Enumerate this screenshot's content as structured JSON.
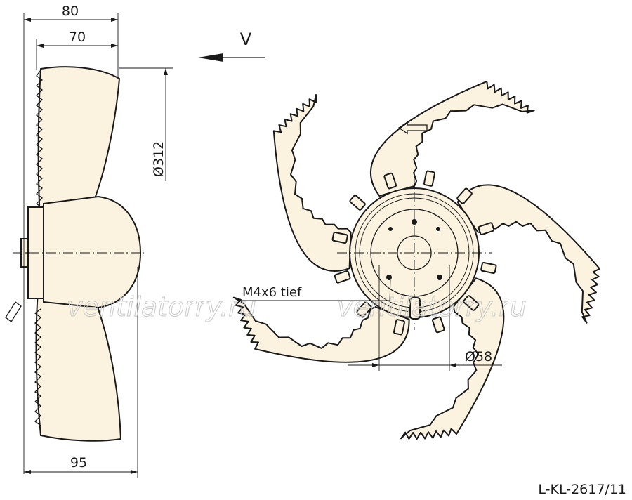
{
  "drawing": {
    "side_view": {
      "dim_top_outer": "80",
      "dim_top_inner": "70",
      "dim_bottom": "95",
      "dim_diameter": "Ø312",
      "view_label": "V"
    },
    "front_view": {
      "thread_label": "M4x6 tief",
      "hub_diameter": "Ø58",
      "blade_count": 5
    },
    "watermark": "ventilatorry.ru",
    "drawing_number": "L-KL-2617/11",
    "colors": {
      "blade_fill": "#fbf3e0",
      "line": "#1a1a1a",
      "watermark": "#c9c9c9"
    }
  }
}
